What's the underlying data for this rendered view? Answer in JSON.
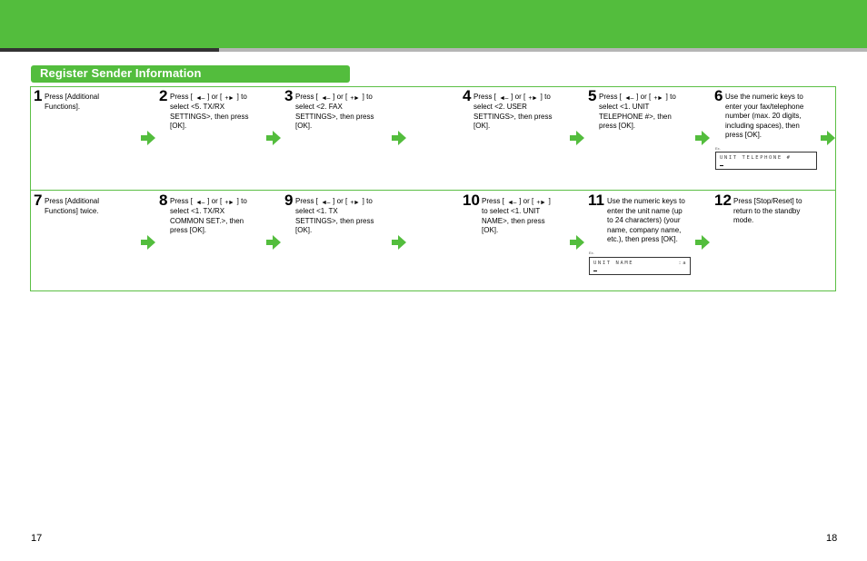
{
  "section_title": "Register Sender Information",
  "icons": {
    "arrow": "green-right-arrow-icon",
    "minus_key": "left-arrow-minus-key-icon",
    "plus_key": "plus-right-arrow-key-icon"
  },
  "colors": {
    "accent": "#53bd3d",
    "border": "#5cbf45",
    "bar_dark": "#333333",
    "bar_light": "#b5b5b5"
  },
  "key_minus": "◄–",
  "key_plus": "+►",
  "steps": [
    {
      "num": "1",
      "lines": [
        "Press [Additional",
        "Functions]."
      ]
    },
    {
      "num": "2",
      "lines": [
        "Press [ ",
        " ] or [ ",
        " ] to",
        "select <5. TX/RX",
        "SETTINGS>, then press",
        "[OK]."
      ]
    },
    {
      "num": "3",
      "lines": [
        "Press [ ",
        " ] or [ ",
        " ] to",
        "select <2. FAX",
        "SETTINGS>, then press",
        "[OK]."
      ]
    },
    {
      "num": "4",
      "lines": [
        "Press [ ",
        " ] or [ ",
        " ] to",
        "select <2. USER",
        "SETTINGS>, then press",
        "[OK]."
      ]
    },
    {
      "num": "5",
      "lines": [
        "Press [ ",
        " ] or [ ",
        " ] to",
        "select <1. UNIT",
        "TELEPHONE #>, then",
        "press [OK]."
      ]
    },
    {
      "num": "6",
      "lines": [
        "Use the numeric keys to",
        "enter your fax/telephone",
        "number (max. 20 digits,",
        "including spaces), then",
        "press [OK]."
      ]
    },
    {
      "num": "7",
      "lines": [
        "Press [Additional",
        "Functions] twice."
      ]
    },
    {
      "num": "8",
      "lines": [
        "Press [ ",
        " ] or [ ",
        " ] to",
        "select <1. TX/RX",
        "COMMON SET.>, then",
        "press [OK]."
      ]
    },
    {
      "num": "9",
      "lines": [
        "Press [ ",
        " ] or [ ",
        " ] to",
        "select <1. TX",
        "SETTINGS>, then press",
        "[OK]."
      ]
    },
    {
      "num": "10",
      "lines": [
        "Press [ ",
        " ] or [ ",
        " ]",
        "to select <1. UNIT",
        "NAME>, then press",
        "[OK]."
      ]
    },
    {
      "num": "11",
      "lines": [
        "Use the numeric keys to",
        "enter the unit name (up",
        "to 24 characters) (your",
        "name, company name,",
        "etc.), then press [OK]."
      ]
    },
    {
      "num": "12",
      "lines": [
        "Press [Stop/Reset] to",
        "return to the standby",
        "mode."
      ]
    }
  ],
  "lcd_unit_telephone": {
    "ex": "Ex.",
    "line1": "UNIT TELEPHONE #"
  },
  "lcd_unit_name": {
    "ex": "Ex.",
    "line1": "UNIT NAME          :a"
  },
  "page_left": "17",
  "page_right": "18"
}
